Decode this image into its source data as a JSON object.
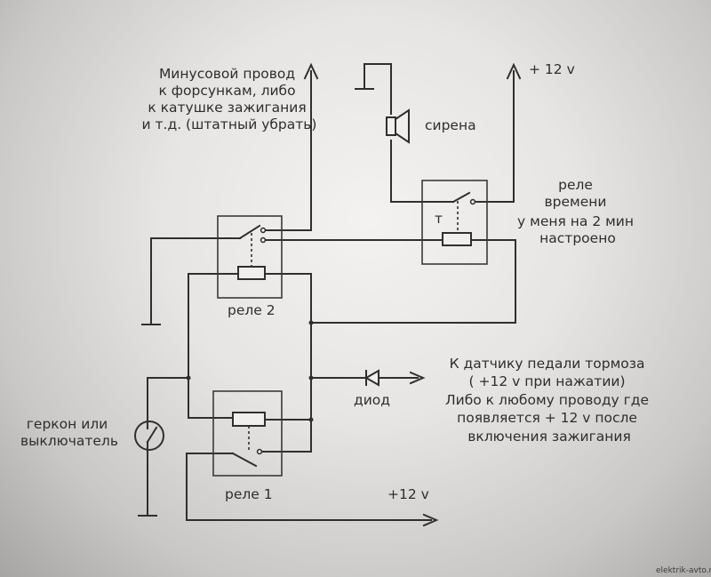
{
  "labels": {
    "minus_wire": [
      "Минусовой провод",
      "к форсункам, либо",
      "к катушке зажигания",
      "и т.д. (штатный убрать)"
    ],
    "plus12_top": "+ 12 v",
    "siren": "сирена",
    "timer_relay": [
      "реле",
      "времени",
      "у меня на 2 мин",
      "настроено"
    ],
    "timer_symbol": "т",
    "relay2": "реле 2",
    "relay1": "реле 1",
    "diode": "диод",
    "brake_sensor": [
      "К датчику педали тормоза",
      "( +12 v при нажатии)",
      "Либо к любому проводу где",
      "появляется + 12 v после",
      "включения зажигания"
    ],
    "reed_switch": [
      "геркон или",
      "выключатель"
    ],
    "plus12_bottom": "+12 v",
    "watermark": "elektrik-avto.ru"
  }
}
